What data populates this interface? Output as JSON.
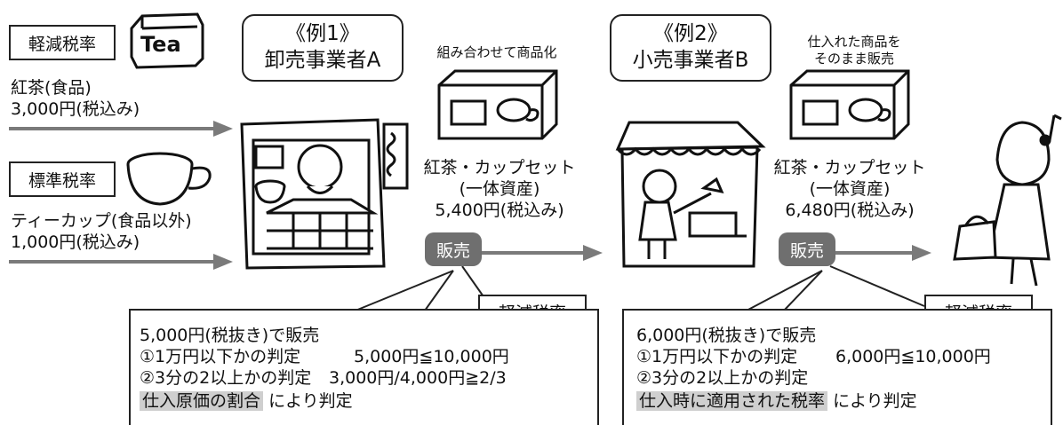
{
  "left_inputs": {
    "reduced_rate_label": "軽減税率",
    "standard_rate_label": "標準税率",
    "tea_name": "紅茶(食品)",
    "tea_price": "3,000円(税込み)",
    "cup_name": "ティーカップ(食品以外)",
    "cup_price": "1,000円(税込み)",
    "tea_box_text": "Tea"
  },
  "example1": {
    "title_line1": "《例1》",
    "title_line2": "卸売事業者A",
    "caption": "組み合わせて商品化",
    "product_name": "紅茶・カップセット",
    "product_type": "(一体資産)",
    "product_price": "5,400円(税込み)",
    "sale_label": "販売",
    "rate_tag": "軽減税率",
    "panel": {
      "line1": "5,000円(税抜き)で販売",
      "line2a": "①1万円以下かの判定",
      "line2b": "5,000円≦10,000円",
      "line3a": "②3分の2以上かの判定",
      "line3b": "3,000円/4,000円≧2/3",
      "highlight": "仕入原価の割合",
      "tail": "により判定"
    }
  },
  "example2": {
    "title_line1": "《例2》",
    "title_line2": "小売事業者B",
    "caption_line1": "仕入れた商品を",
    "caption_line2": "そのまま販売",
    "product_name": "紅茶・カップセット",
    "product_type": "(一体資産)",
    "product_price": "6,480円(税込み)",
    "sale_label": "販売",
    "rate_tag": "軽減税率",
    "panel": {
      "line1": "6,000円(税抜き)で販売",
      "line2a": "①1万円以下かの判定",
      "line2b": "6,000円≦10,000円",
      "line3a": "②3分の2以上かの判定",
      "highlight": "仕入時に適用された税率",
      "tail": "により判定"
    }
  },
  "colors": {
    "arrow": "#7a7a7a",
    "badge": "#6f6f6f",
    "highlight": "#cfcfcf",
    "line": "#222222"
  },
  "icons": [
    "tea-box-icon",
    "teacup-icon",
    "wholesaler-shop-icon",
    "gift-set-icon",
    "retail-shop-icon",
    "customer-icon",
    "music-note-icon"
  ]
}
